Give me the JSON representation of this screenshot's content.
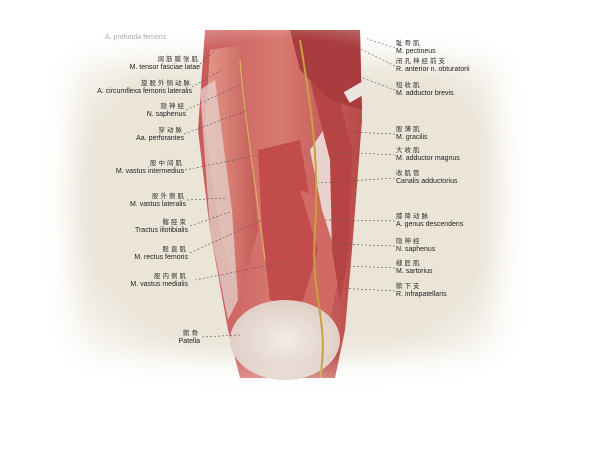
{
  "top_label": "A. profunda femoris",
  "left_labels": [
    {
      "zh": "阔筋膜张肌",
      "la": "M. tensor fasciae latae"
    },
    {
      "zh": "旋股外侧动脉",
      "la": "A. circumflexa femoris lateralis"
    },
    {
      "zh": "隐神经",
      "la": "N. saphenus"
    },
    {
      "zh": "穿动脉",
      "la": "Aa. perforantes"
    },
    {
      "zh": "股中间肌",
      "la": "M. vastus intermedius"
    },
    {
      "zh": "股外侧肌",
      "la": "M. vastus lateralis"
    },
    {
      "zh": "髂胫束",
      "la": "Tractus iliotibialis"
    },
    {
      "zh": "股直肌",
      "la": "M. rectus femoris"
    },
    {
      "zh": "股内侧肌",
      "la": "M. vastus medialis"
    },
    {
      "zh": "髌骨",
      "la": "Patella"
    }
  ],
  "right_labels": [
    {
      "zh": "耻骨肌",
      "la": "M. pectineus"
    },
    {
      "zh": "闭孔神经前支",
      "la": "R. anterior n. obturatorii"
    },
    {
      "zh": "短收肌",
      "la": "M. adductor brevis"
    },
    {
      "zh": "股薄肌",
      "la": "M. gracilis"
    },
    {
      "zh": "大收肌",
      "la": "M. adductor magnus"
    },
    {
      "zh": "收肌管",
      "la": "Canalis adductorius"
    },
    {
      "zh": "膝降动脉",
      "la": "A. genus descendens"
    },
    {
      "zh": "隐神经",
      "la": "N. saphenus"
    },
    {
      "zh": "缝匠肌",
      "la": "M. sartorius"
    },
    {
      "zh": "髌下支",
      "la": "R. infrapatellaris"
    }
  ]
}
